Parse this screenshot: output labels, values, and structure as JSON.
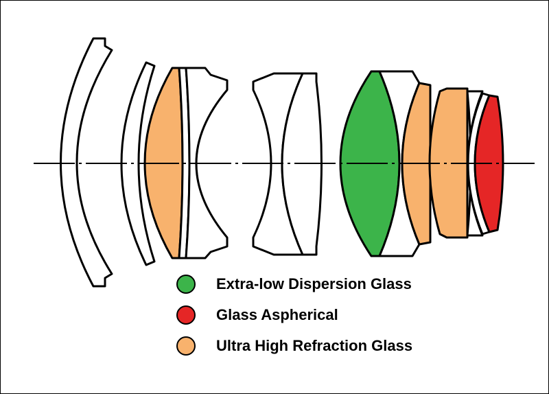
{
  "legend": {
    "items": [
      {
        "label": "Extra-low Dispersion Glass",
        "color": "#3cb44a"
      },
      {
        "label": "Glass Aspherical",
        "color": "#e52626"
      },
      {
        "label": "Ultra High Refraction Glass",
        "color": "#f8b26d"
      }
    ]
  },
  "colors": {
    "plain_glass": "#ffffff",
    "outline": "#000000",
    "ed_glass": "#3cb44a",
    "aspherical": "#e52626",
    "uhr_glass": "#f8b26d"
  }
}
